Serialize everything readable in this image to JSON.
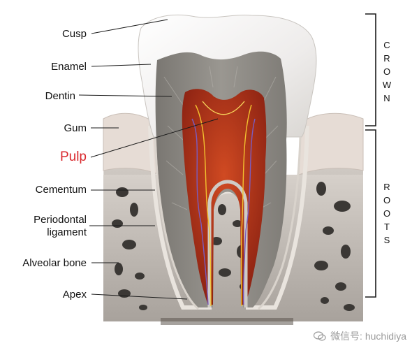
{
  "labels": {
    "cusp": "Cusp",
    "enamel": "Enamel",
    "dentin": "Dentin",
    "gum": "Gum",
    "pulp": "Pulp",
    "cementum": "Cementum",
    "periodontal_1": "Periodontal",
    "periodontal_2": "ligament",
    "alveolar": "Alveolar bone",
    "apex": "Apex"
  },
  "sections": {
    "crown": [
      "C",
      "R",
      "O",
      "W",
      "N"
    ],
    "roots": [
      "R",
      "O",
      "O",
      "T",
      "S"
    ]
  },
  "watermark": "微信号: huchidiya",
  "colors": {
    "pulp_label": "#d9262b",
    "enamel": "#f4f2ef",
    "dentin": "#8c8984",
    "pulp": "#b5321c",
    "gum": "#e6dcd5",
    "bone": "#bdb7b1"
  }
}
